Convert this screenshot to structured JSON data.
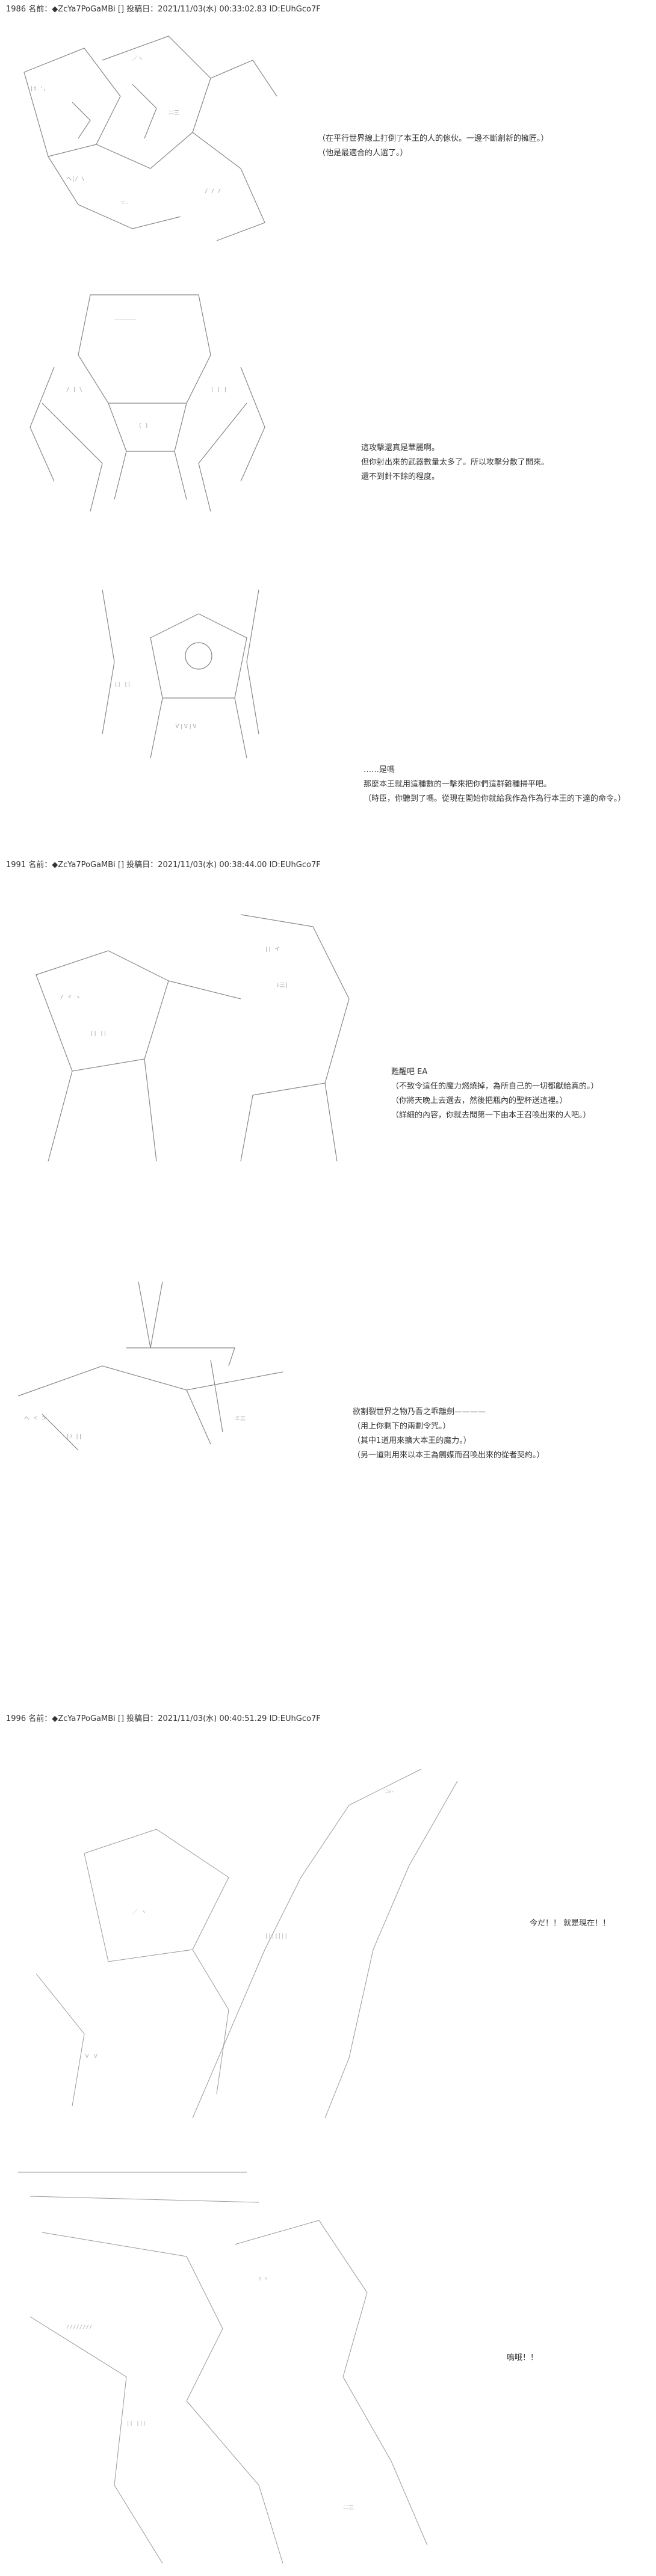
{
  "posts": [
    {
      "header": "1986 名前：◆ZcYa7PoGaMBi [] 投稿日：2021/11/03(水) 00:33:02.83 ID:EUhGco7F",
      "panels": [
        {
          "lines": [
            "（在平行世界線上打倒了本王的人的傢伙。一邊不斷創新的擁匠。）",
            "（他是最適合的人選了。）"
          ]
        },
        {
          "lines": [
            "這攻擊還真是華麗啊。",
            "但你射出來的武器數量太多了。所以攻擊分散了開來。",
            "還不到針不餘的程度。"
          ]
        },
        {
          "lines": [
            "……是嗎",
            "那麼本王就用這種數的一擊來把你們這群雜種掃平吧。",
            "",
            "（時臣，你聽到了嗎。從現在開始你就給我作為作為行本王的下達的命令。）"
          ]
        }
      ]
    },
    {
      "header": "1991 名前：◆ZcYa7PoGaMBi [] 投稿日：2021/11/03(水) 00:38:44.00 ID:EUhGco7F",
      "panels": [
        {
          "lines": [
            "甦醒吧 EA",
            "（不致令這任的魔力燃燒掉，為所自己的一切都獻給真的。）",
            "（你將天晚上去選去，然後把瓶內的聖杯送這裡。）",
            "（詳細的內容，你就去問第一下由本王召喚出來的人吧。）"
          ]
        },
        {
          "lines": [
            "欲割裂世界之物乃吾之乖離劍————",
            "",
            "（用上你剩下的兩劃令咒。）",
            "（其中1道用來擴大本王的魔力。）",
            "（另一道則用來以本王為觸媒而召喚出來的從者契約。）"
          ]
        }
      ]
    },
    {
      "header": "1996 名前：◆ZcYa7PoGaMBi [] 投稿日：2021/11/03(水) 00:40:51.29 ID:EUhGco7F",
      "panels": [
        {
          "lines": [
            "今だ！！ 就是現在！！"
          ]
        },
        {
          "lines": [
            "嗚哦！！"
          ]
        }
      ]
    }
  ]
}
